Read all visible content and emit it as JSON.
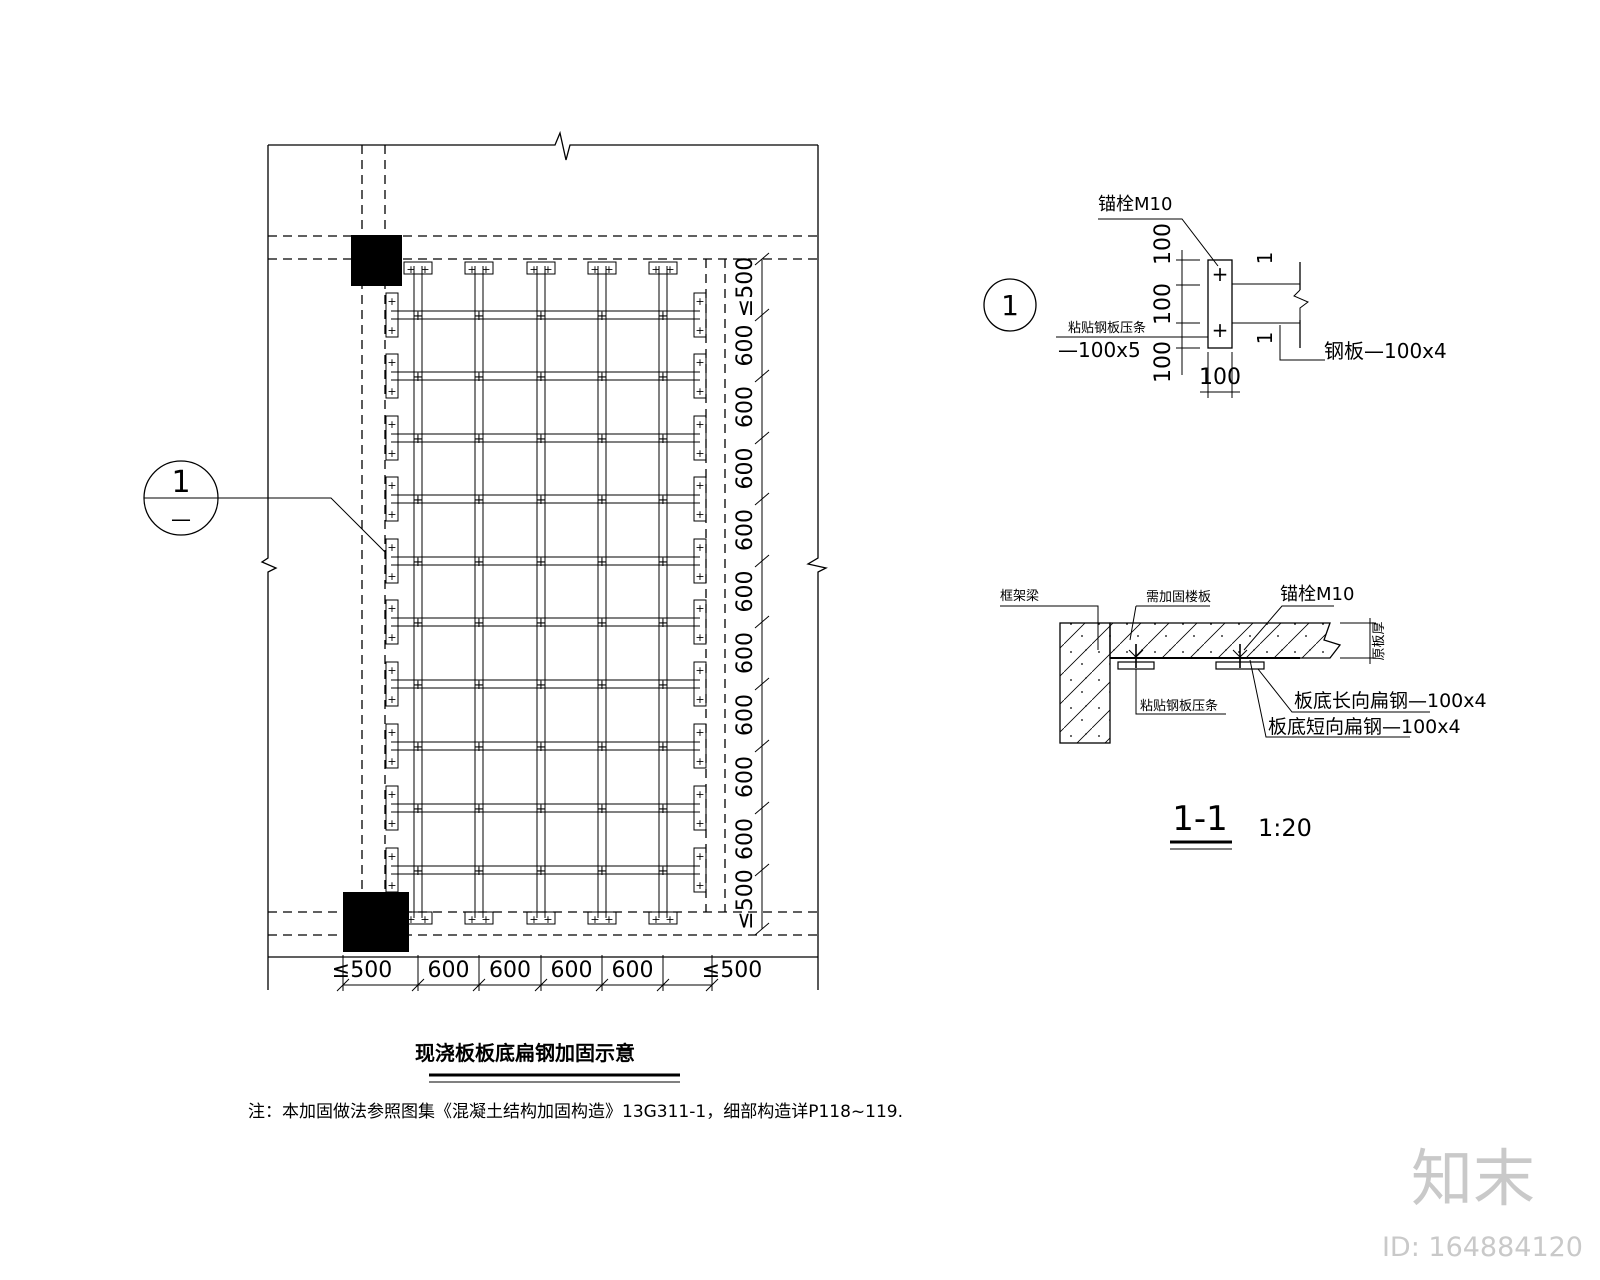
{
  "plan": {
    "title": "现浇板板底扁钢加固示意",
    "note": "注：本加固做法参照图集《混凝土结构加固构造》13G311-1，细部构造详P118~119.",
    "bubble_number": "1",
    "bubble_sub": "—",
    "dims_bottom": [
      "≤500",
      "600",
      "600",
      "600",
      "600",
      "≤500"
    ],
    "dims_right": [
      "≤500",
      "600",
      "600",
      "600",
      "600",
      "600",
      "600",
      "600",
      "600",
      "600",
      "≤500"
    ]
  },
  "detail1": {
    "number": "1",
    "anchor_label": "锚栓M10",
    "strip_label": "粘贴钢板压条",
    "strip_size": "—100x5",
    "plate_label": "钢板—100x4",
    "dims_vertical": [
      "100",
      "100",
      "100"
    ],
    "dim_width": "100",
    "section_mark_top": "1",
    "section_mark_bottom": "1"
  },
  "section": {
    "beam_label": "框架梁",
    "slab_label": "需加固楼板",
    "anchor_label": "锚栓M10",
    "thickness_label": "原板厚",
    "long_steel": "板底长向扁钢—100x4",
    "strip_label": "粘贴钢板压条",
    "short_steel": "板底短向扁钢—100x4",
    "title": "1-1",
    "scale": "1:20"
  },
  "watermark": {
    "logo": "知末",
    "id": "ID: 164884120"
  }
}
